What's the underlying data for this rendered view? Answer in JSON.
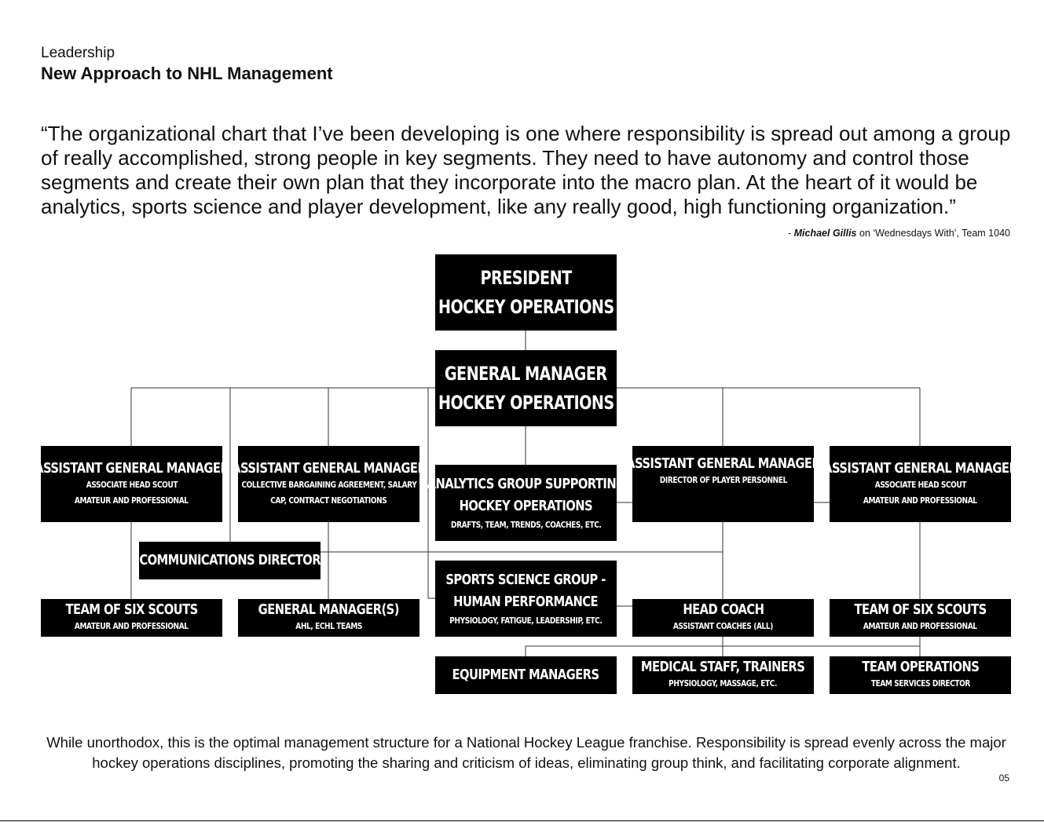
{
  "header": {
    "section": "Leadership",
    "title": "New Approach to NHL Management"
  },
  "quote": {
    "text": "“The organizational chart that I’ve been developing is one where responsibility is spread out among a group of really accomplished, strong people in key segments. They need to have autonomy and control those segments and create their own plan that they incorporate into the macro plan. At the heart of it would be analytics, sports science and player development, like any really good, high functioning organization.”",
    "attribution_dash": "- ",
    "attribution_name": "Michael Gillis",
    "attribution_rest": " on ‘Wednesdays With’, Team 1040"
  },
  "org_chart": {
    "president": {
      "line1": "President",
      "line2": "Hockey Operations"
    },
    "general_manager": {
      "line1": "General Manager",
      "line2": "Hockey Operations"
    },
    "agm_scouting_left": {
      "title": "Assistant General Manager",
      "sub1": "Associate Head Scout",
      "sub2": "Amateur and Professional"
    },
    "agm_cba": {
      "title": "Assistant General Manager",
      "sub1": "Collective Bargaining Agreement, Salary",
      "sub2": "Cap, Contract Negotiations"
    },
    "analytics": {
      "line1": "Analytics Group Supporting",
      "line2": "Hockey Operations",
      "sub": "Drafts, Team, Trends, Coaches, Etc."
    },
    "agm_player_personnel": {
      "title": "Assistant General Manager",
      "sub1": "Director of Player Personnel"
    },
    "agm_scouting_right": {
      "title": "Assistant General Manager",
      "sub1": "Associate Head Scout",
      "sub2": "Amateur and Professional"
    },
    "communications": {
      "title": "Communications Director"
    },
    "scouts_left": {
      "title": "Team of Six Scouts",
      "sub": "Amateur and Professional"
    },
    "gm_affiliates": {
      "title": "General Manager(s)",
      "sub": "AHL, ECHL Teams"
    },
    "sports_science": {
      "line1": "Sports Science Group -",
      "line2": "Human Performance",
      "sub": "Physiology, Fatigue, Leadership, Etc."
    },
    "head_coach": {
      "title": "Head Coach",
      "sub": "Assistant Coaches (All)"
    },
    "scouts_right": {
      "title": "Team of Six Scouts",
      "sub": "Amateur and Professional"
    },
    "equipment": {
      "title": "Equipment Managers"
    },
    "medical": {
      "title": "Medical Staff, Trainers",
      "sub": "Physiology, Massage, Etc."
    },
    "team_ops": {
      "title": "Team Operations",
      "sub": "Team Services Director"
    }
  },
  "caption": "While unorthodox, this is the optimal management structure for a National Hockey League franchise. Responsibility is spread evenly across the major hockey operations disciplines, promoting the sharing and criticism of ideas, eliminating group think, and facilitating corporate alignment.",
  "page_number": "05"
}
